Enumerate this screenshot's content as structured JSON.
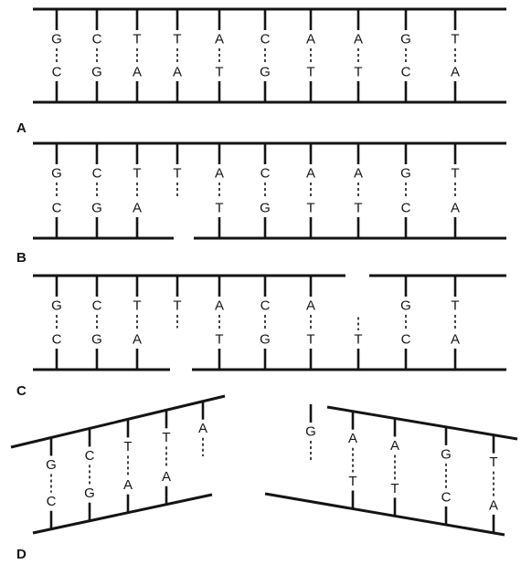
{
  "panels": [
    {
      "label": "A",
      "pairs": [
        [
          "G",
          "C"
        ],
        [
          "C",
          "G"
        ],
        [
          "T",
          "A"
        ],
        [
          "T",
          "A"
        ],
        [
          "A",
          "T"
        ],
        [
          "C",
          "G"
        ],
        [
          "A",
          "T"
        ],
        [
          "A",
          "T"
        ],
        [
          "G",
          "C"
        ],
        [
          "T",
          "A"
        ]
      ]
    },
    {
      "label": "B",
      "pairs": [
        [
          "G",
          "C"
        ],
        [
          "C",
          "G"
        ],
        [
          "T",
          "A"
        ],
        [
          "T",
          ""
        ],
        [
          "A",
          "T"
        ],
        [
          "C",
          "G"
        ],
        [
          "A",
          "T"
        ],
        [
          "A",
          "T"
        ],
        [
          "G",
          "C"
        ],
        [
          "T",
          "A"
        ]
      ]
    },
    {
      "label": "C",
      "pairs": [
        [
          "G",
          "C"
        ],
        [
          "C",
          "G"
        ],
        [
          "T",
          "A"
        ],
        [
          "T",
          ""
        ],
        [
          "A",
          "T"
        ],
        [
          "C",
          "G"
        ],
        [
          "A",
          "T"
        ],
        [
          "",
          "T"
        ],
        [
          "G",
          "C"
        ],
        [
          "T",
          "A"
        ]
      ]
    },
    {
      "label": "D",
      "left_pairs": [
        [
          "G",
          "C"
        ],
        [
          "C",
          "G"
        ],
        [
          "T",
          "A"
        ],
        [
          "T",
          "A"
        ],
        [
          "A",
          ""
        ]
      ],
      "right_pairs": [
        [
          "G",
          ""
        ],
        [
          "A",
          "T"
        ],
        [
          "A",
          "T"
        ],
        [
          "G",
          "C"
        ],
        [
          "T",
          "A"
        ]
      ]
    }
  ]
}
